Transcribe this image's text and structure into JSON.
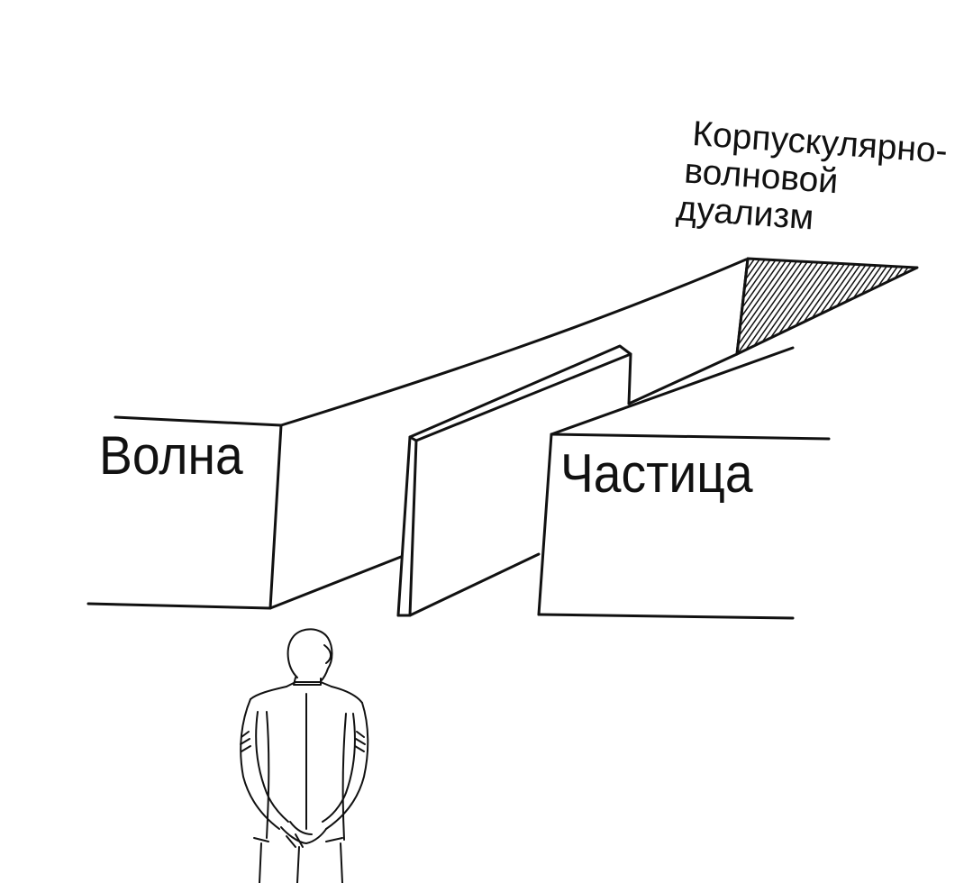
{
  "meme": {
    "left_path_label": "Волна",
    "right_path_label": "Частица",
    "hidden_path_label": {
      "line1": "Корпускулярно-",
      "line2": "волновой",
      "line3": "дуализм"
    }
  },
  "colors": {
    "background": "#ffffff",
    "ink": "#111111"
  }
}
